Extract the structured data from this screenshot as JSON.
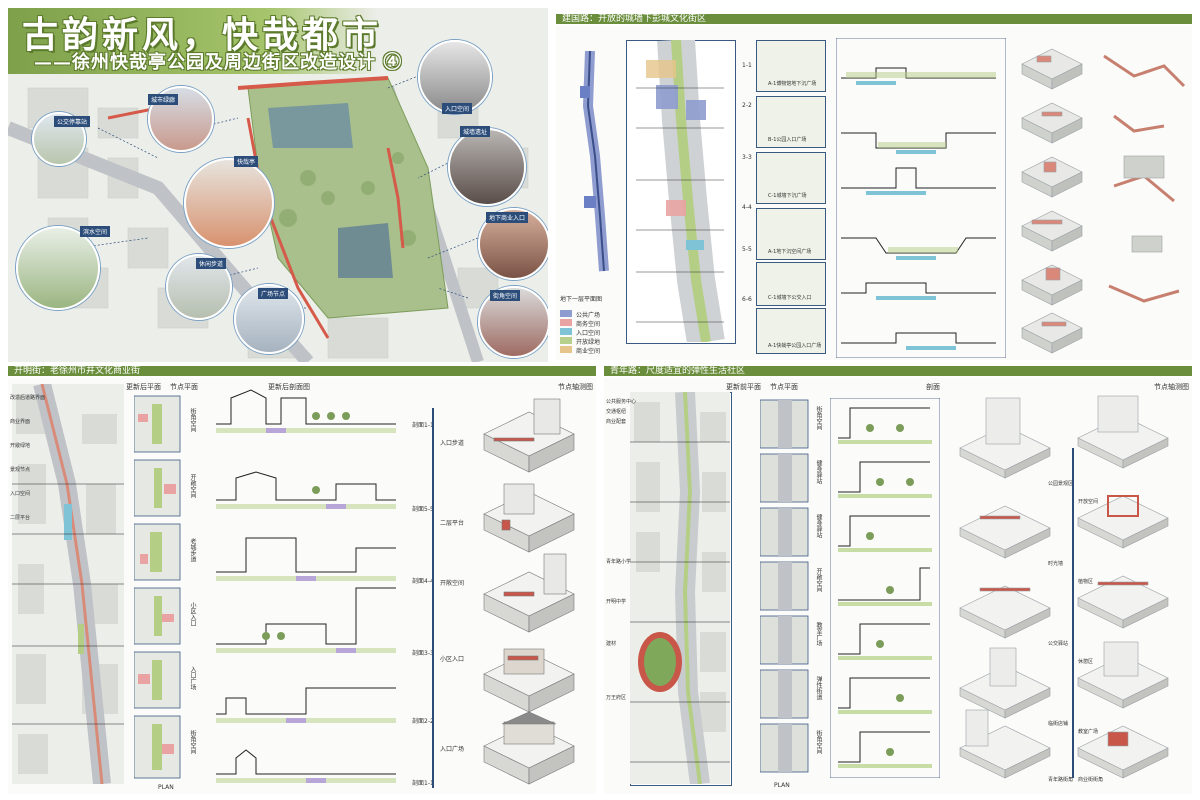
{
  "header": {
    "title": "古韵新风，快哉都市",
    "subtitle": "——徐州快哉亭公园及周边街区改造设计 ④"
  },
  "sections": {
    "jianguo": "建国路：开放的城墙下彭城文化街区",
    "kaiming": "开明街：老徐州市井文化商业街",
    "qingnian": "青年路：尺度适宜的弹性生活社区"
  },
  "overview_tags": [
    "公交停靠站",
    "城市绿廊",
    "入口空间",
    "城墙遗址",
    "快哉亭",
    "地下商业入口",
    "休闲步道",
    "滨水空间",
    "广场节点",
    "街角空间"
  ],
  "jianguo": {
    "plan_label": "地下一层平面图",
    "legend": [
      {
        "label": "公共广场",
        "color": "#8e9ccf"
      },
      {
        "label": "商务空间",
        "color": "#e9a3a3"
      },
      {
        "label": "入口空间",
        "color": "#7ec3d6"
      },
      {
        "label": "开放绿地",
        "color": "#b7d08c"
      },
      {
        "label": "商业空间",
        "color": "#e6c58a"
      }
    ],
    "section_marks": [
      "1-1",
      "2-2",
      "3-3",
      "4-4",
      "5-5",
      "6-6"
    ],
    "detail_captions": [
      "A-1博物馆地下沉广场",
      "B-1公园入口广场",
      "C-1城墙下沉广场",
      "A-1地下沉空间广场",
      "C-1城墙下公交入口",
      "A-1快哉亭公园入口广场"
    ]
  },
  "kaiming": {
    "plan_headers": [
      "更新后平面",
      "节点平面",
      "更新后剖面图",
      "节点轴测图"
    ],
    "node_labels": [
      "街角空间",
      "开敞空间",
      "老城步道",
      "小区入口",
      "入口广场",
      "街角空间"
    ],
    "section_labels": [
      "剖面1-1",
      "剖面5-5",
      "剖面4-4",
      "剖面3-3",
      "剖面2-2",
      "剖面1-1"
    ],
    "axo_labels": [
      "入口步道",
      "二层平台",
      "开敞空间",
      "小区入口",
      "入口广场"
    ],
    "legend": [
      "改造后道路界面",
      "商业界面",
      "开敞绿地",
      "景观节点",
      "入口空间",
      "二层平台"
    ],
    "plan_caption": "PLAN"
  },
  "qingnian": {
    "plan_headers": [
      "更新前平面",
      "节点平面",
      "剖面",
      "节点轴测图"
    ],
    "node_labels": [
      "街角空间",
      "健身驿站",
      "健身驿站",
      "开敞空间",
      "教室广场",
      "弹性街道",
      "街角空间"
    ],
    "left_labels": [
      "公共服务中心",
      "交通枢纽",
      "商业配套",
      "青年路小学",
      "开明中学",
      "建材",
      "万王府区"
    ],
    "axo_labels": [
      "公园景观区",
      "开放空间",
      "时光墙",
      "植物区",
      "公交驿站",
      "休憩区",
      "临街店铺",
      "教室广场",
      "青年路街角",
      "商业街街角"
    ],
    "plan_caption": "PLAN"
  }
}
